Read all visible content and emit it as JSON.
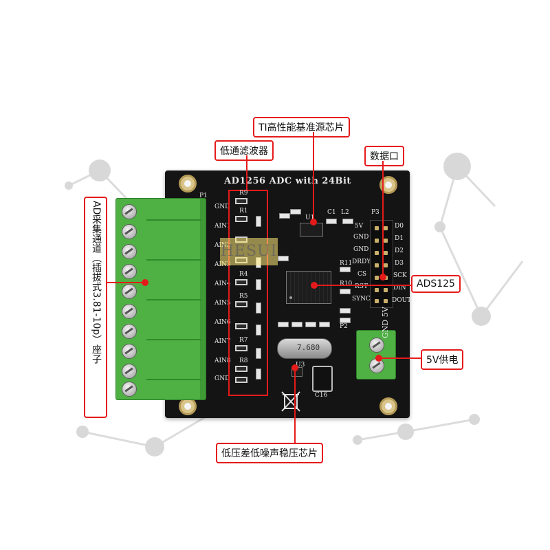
{
  "board": {
    "silkscreen_title": "AD1256 ADC with 24Bit",
    "left_pins": [
      "GND",
      "AIN1",
      "AIN2",
      "AIN3",
      "AIN4",
      "AIN5",
      "AIN6",
      "AIN7",
      "AIN8",
      "GND"
    ],
    "right_pins": [
      "5V",
      "GND",
      "GND",
      "DRDY",
      "CS",
      "RST",
      "SYNC"
    ],
    "header_pins": [
      "D0",
      "D1",
      "D2",
      "D3",
      "SCK",
      "DIN",
      "DOUT"
    ],
    "power_pins": "GND 5V",
    "crystal_marking": "7.680",
    "designators": {
      "p1": "P1",
      "p2": "P2",
      "p3": "P3",
      "u1": "U1",
      "u3": "U3",
      "c1": "C1",
      "l2": "L2",
      "c16": "C16",
      "r9": "R9",
      "r1": "R1",
      "r4": "R4",
      "r5": "R5",
      "r7": "R7",
      "r8": "R8",
      "r10": "R10",
      "r11": "R11"
    }
  },
  "watermark": "HESUI",
  "callouts": {
    "reference_chip": "TI高性能基准源芯片",
    "low_pass_filter": "低通滤波器",
    "data_port": "数据口",
    "adc_channel": "AD采集通道（插拔式3.81-10p）座子",
    "ads_chip": "ADS125",
    "power_supply": "5V供电",
    "ldo_chip": "低压差低噪声稳压芯片"
  },
  "colors": {
    "callout_border": "#e51a1a",
    "pcb": "#141414",
    "terminal": "#4fb044",
    "background_network": "#d8d8d8"
  }
}
